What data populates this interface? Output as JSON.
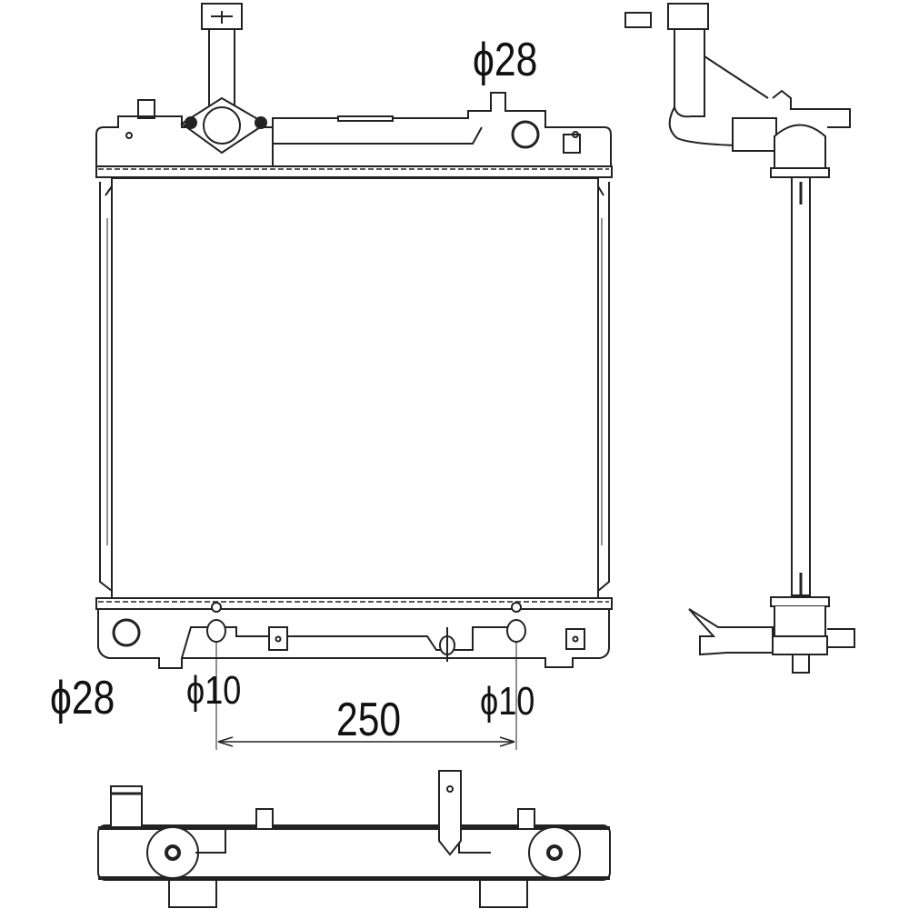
{
  "diagram": {
    "subject": "radiator",
    "views": [
      "front-view",
      "side-view",
      "bottom-view"
    ],
    "dimensions": {
      "top_outlet": "ϕ28",
      "bottom_outlet": "ϕ28",
      "left_nipple": "ϕ10",
      "right_nipple": "ϕ10",
      "nipple_spacing": "250"
    },
    "colors": {
      "line": "#222222",
      "background": "#ffffff"
    }
  }
}
